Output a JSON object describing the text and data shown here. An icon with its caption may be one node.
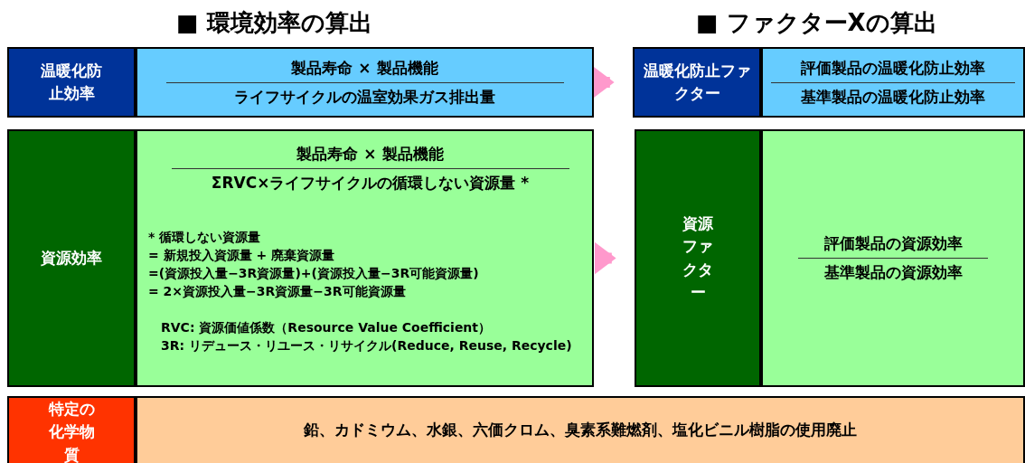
{
  "diagram": {
    "nodes": [
      {
        "text": [
          "温暖化防止効率"
        ]
      },
      {
        "text": [
          "製品寿命 × 製品機能",
          "ライフサイクルの温室効果ガス排出量"
        ]
      },
      {
        "text": [
          "温暖化防止ファクター"
        ]
      },
      {
        "text": [
          "評価製品の温暖化防止効率",
          "基準製品の温暖化防止効率"
        ]
      },
      {
        "text": [
          "資源効率"
        ]
      },
      {
        "text": [
          "製品寿命 × 製品機能",
          "ΣRVC×ライフサイクルの循環しない資源量 *",
          "* 循環しない資源量",
          "= 新規投入資源量 + 廃棄資源量",
          "=(資源投入量−3R資源量)+(資源投入量−3R可能資源量)",
          "= 2×資源投入量−3R資源量−3R可能資源量",
          "RVC: 資源価値係数（Resource Value Coefficient）",
          "3R: リデュース・リユース・リサイクル(Reduce, Reuse, Recycle)"
        ]
      },
      {
        "text": [
          "資源ファクター"
        ]
      },
      {
        "text": [
          "評価製品の資源効率",
          "基準製品の資源効率"
        ]
      },
      {
        "text": [
          "特定の化学物質"
        ]
      },
      {
        "text": [
          "鉛、カドミウム、水銀、六価クロム、臭素系難燃剤、塩化ビニル樹脂の使用廃止"
        ]
      }
    ],
    "edges": [
      {
        "from": 1,
        "to": 2,
        "arrow": "to"
      },
      {
        "from": 5,
        "to": 6,
        "arrow": "to"
      }
    ],
    "labels": [
      "■ 環境効率の算出",
      "■ ファクターXの算出"
    ]
  }
}
